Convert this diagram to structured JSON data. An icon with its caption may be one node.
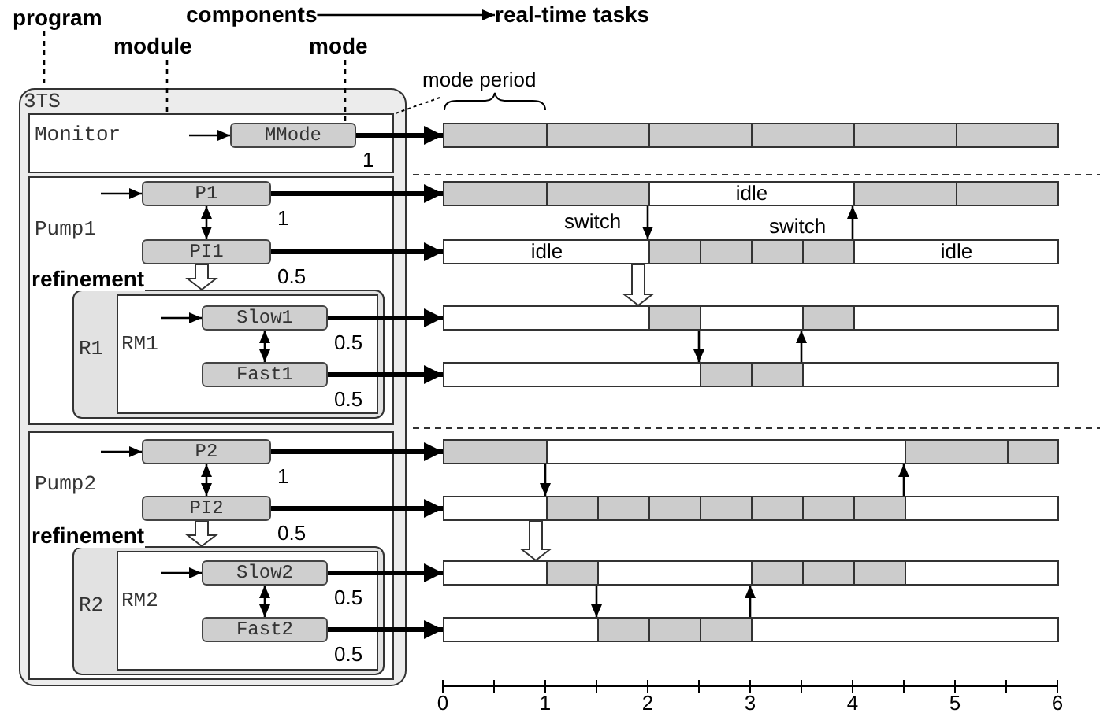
{
  "diagram": {
    "nodes": [
      {
        "text": [
          "program"
        ]
      },
      {
        "text": [
          "components"
        ]
      },
      {
        "text": [
          "real-time tasks"
        ]
      },
      {
        "text": [
          "module"
        ]
      },
      {
        "text": [
          "mode"
        ]
      },
      {
        "text": [
          "3TS"
        ]
      },
      {
        "text": [
          "Monitor"
        ],
        "in": 5
      },
      {
        "text": [
          "MMode"
        ],
        "in": 6,
        "beside": [
          "1"
        ]
      },
      {
        "text": [
          "Pump1"
        ],
        "in": 5
      },
      {
        "text": [
          "P1"
        ],
        "in": 8,
        "beside": [
          "1"
        ]
      },
      {
        "text": [
          "PI1"
        ],
        "in": 8,
        "beside": [
          "0.5"
        ]
      },
      {
        "text": [
          "R1"
        ],
        "in": 8
      },
      {
        "text": [
          "RM1"
        ],
        "in": 11
      },
      {
        "text": [
          "Slow1"
        ],
        "in": 12,
        "beside": [
          "0.5"
        ]
      },
      {
        "text": [
          "Fast1"
        ],
        "in": 12,
        "beside": [
          "0.5"
        ]
      },
      {
        "text": [
          "Pump2"
        ],
        "in": 5
      },
      {
        "text": [
          "P2"
        ],
        "in": 15,
        "beside": [
          "1"
        ]
      },
      {
        "text": [
          "PI2"
        ],
        "in": 15,
        "beside": [
          "0.5"
        ]
      },
      {
        "text": [
          "R2"
        ],
        "in": 15
      },
      {
        "text": [
          "RM2"
        ],
        "in": 18
      },
      {
        "text": [
          "Slow2"
        ],
        "in": 19,
        "beside": [
          "0.5"
        ]
      },
      {
        "text": [
          "Fast2"
        ],
        "in": 19,
        "beside": [
          "0.5"
        ]
      },
      {
        "text": [],
        "shape": "bar"
      },
      {
        "text": [
          "idle"
        ]
      },
      {
        "text": [
          "idle",
          "idle"
        ]
      },
      {
        "text": [],
        "shape": "bar"
      },
      {
        "text": [],
        "shape": "bar"
      },
      {
        "text": [],
        "shape": "bar"
      },
      {
        "text": [],
        "shape": "bar"
      },
      {
        "text": [],
        "shape": "bar"
      },
      {
        "text": [],
        "shape": "bar"
      }
    ],
    "edges": [
      {
        "from": 1,
        "to": 2,
        "arrow": "to"
      },
      {
        "from": 0,
        "to": 5,
        "arrow": "none",
        "style": "dashed"
      },
      {
        "from": 3,
        "to": 6,
        "arrow": "none",
        "style": "dashed"
      },
      {
        "from": 4,
        "to": 7,
        "arrow": "none",
        "style": "dashed"
      },
      {
        "from": null,
        "to": 7,
        "arrow": "to"
      },
      {
        "from": 7,
        "to": 22,
        "arrow": "to",
        "style": "thick"
      },
      {
        "from": null,
        "to": 9,
        "arrow": "to"
      },
      {
        "from": 9,
        "to": 10,
        "arrow": "both"
      },
      {
        "from": 9,
        "to": 23,
        "arrow": "to",
        "style": "thick"
      },
      {
        "from": 10,
        "to": 24,
        "arrow": "to",
        "style": "thick"
      },
      {
        "from": 10,
        "to": 11,
        "arrow": "to",
        "label": "refinement"
      },
      {
        "from": null,
        "to": 13,
        "arrow": "to"
      },
      {
        "from": 13,
        "to": 14,
        "arrow": "both"
      },
      {
        "from": 13,
        "to": 25,
        "arrow": "to",
        "style": "thick"
      },
      {
        "from": 14,
        "to": 26,
        "arrow": "to",
        "style": "thick"
      },
      {
        "from": null,
        "to": 16,
        "arrow": "to"
      },
      {
        "from": 16,
        "to": 17,
        "arrow": "both"
      },
      {
        "from": 16,
        "to": 27,
        "arrow": "to",
        "style": "thick"
      },
      {
        "from": 17,
        "to": 28,
        "arrow": "to",
        "style": "thick"
      },
      {
        "from": 17,
        "to": 18,
        "arrow": "to",
        "label": "refinement"
      },
      {
        "from": null,
        "to": 20,
        "arrow": "to"
      },
      {
        "from": 20,
        "to": 21,
        "arrow": "both"
      },
      {
        "from": 20,
        "to": 29,
        "arrow": "to",
        "style": "thick"
      },
      {
        "from": 21,
        "to": 30,
        "arrow": "to",
        "style": "thick"
      },
      {
        "from": 23,
        "to": 24,
        "arrow": "to",
        "label": "switch"
      },
      {
        "from": 24,
        "to": 23,
        "arrow": "to",
        "label": "switch"
      },
      {
        "from": 24,
        "to": 25,
        "arrow": "to"
      },
      {
        "from": 25,
        "to": 26,
        "arrow": "to"
      },
      {
        "from": 26,
        "to": 25,
        "arrow": "to"
      },
      {
        "from": 27,
        "to": 28,
        "arrow": "to"
      },
      {
        "from": 28,
        "to": 27,
        "arrow": "to"
      },
      {
        "from": 28,
        "to": 29,
        "arrow": "to"
      },
      {
        "from": 29,
        "to": 30,
        "arrow": "to"
      },
      {
        "from": 30,
        "to": 29,
        "arrow": "to"
      }
    ],
    "labels": [
      "mode period",
      "0",
      "1",
      "2",
      "3",
      "4",
      "5",
      "6"
    ]
  }
}
